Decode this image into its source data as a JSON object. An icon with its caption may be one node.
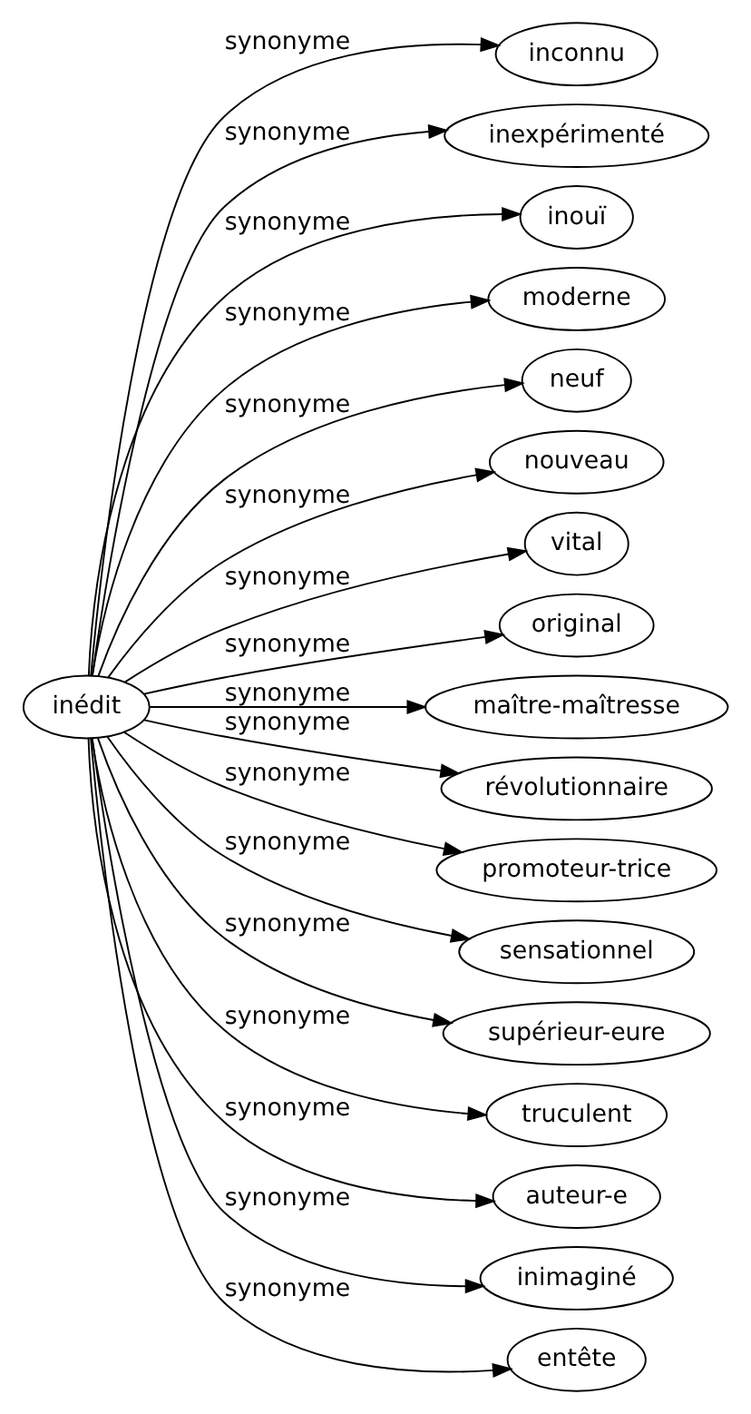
{
  "diagram": {
    "nodes": [
      {
        "text": [
          "inédit"
        ]
      },
      {
        "text": [
          "inconnu"
        ]
      },
      {
        "text": [
          "inexpérimenté"
        ]
      },
      {
        "text": [
          "inouï"
        ]
      },
      {
        "text": [
          "moderne"
        ]
      },
      {
        "text": [
          "neuf"
        ]
      },
      {
        "text": [
          "nouveau"
        ]
      },
      {
        "text": [
          "vital"
        ]
      },
      {
        "text": [
          "original"
        ]
      },
      {
        "text": [
          "maître-maîtresse"
        ]
      },
      {
        "text": [
          "révolutionnaire"
        ]
      },
      {
        "text": [
          "promoteur-trice"
        ]
      },
      {
        "text": [
          "sensationnel"
        ]
      },
      {
        "text": [
          "supérieur-eure"
        ]
      },
      {
        "text": [
          "truculent"
        ]
      },
      {
        "text": [
          "auteur-e"
        ]
      },
      {
        "text": [
          "inimaginé"
        ]
      },
      {
        "text": [
          "entête"
        ]
      }
    ],
    "edges": [
      {
        "from": 0,
        "to": 1,
        "arrow": "to",
        "label": "synonyme"
      },
      {
        "from": 0,
        "to": 2,
        "arrow": "to",
        "label": "synonyme"
      },
      {
        "from": 0,
        "to": 3,
        "arrow": "to",
        "label": "synonyme"
      },
      {
        "from": 0,
        "to": 4,
        "arrow": "to",
        "label": "synonyme"
      },
      {
        "from": 0,
        "to": 5,
        "arrow": "to",
        "label": "synonyme"
      },
      {
        "from": 0,
        "to": 6,
        "arrow": "to",
        "label": "synonyme"
      },
      {
        "from": 0,
        "to": 7,
        "arrow": "to",
        "label": "synonyme"
      },
      {
        "from": 0,
        "to": 8,
        "arrow": "to",
        "label": "synonyme"
      },
      {
        "from": 0,
        "to": 9,
        "arrow": "to",
        "label": "synonyme"
      },
      {
        "from": 0,
        "to": 10,
        "arrow": "to",
        "label": "synonyme"
      },
      {
        "from": 0,
        "to": 11,
        "arrow": "to",
        "label": "synonyme"
      },
      {
        "from": 0,
        "to": 12,
        "arrow": "to",
        "label": "synonyme"
      },
      {
        "from": 0,
        "to": 13,
        "arrow": "to",
        "label": "synonyme"
      },
      {
        "from": 0,
        "to": 14,
        "arrow": "to",
        "label": "synonyme"
      },
      {
        "from": 0,
        "to": 15,
        "arrow": "to",
        "label": "synonyme"
      },
      {
        "from": 0,
        "to": 16,
        "arrow": "to",
        "label": "synonyme"
      },
      {
        "from": 0,
        "to": 17,
        "arrow": "to",
        "label": "synonyme"
      }
    ]
  }
}
